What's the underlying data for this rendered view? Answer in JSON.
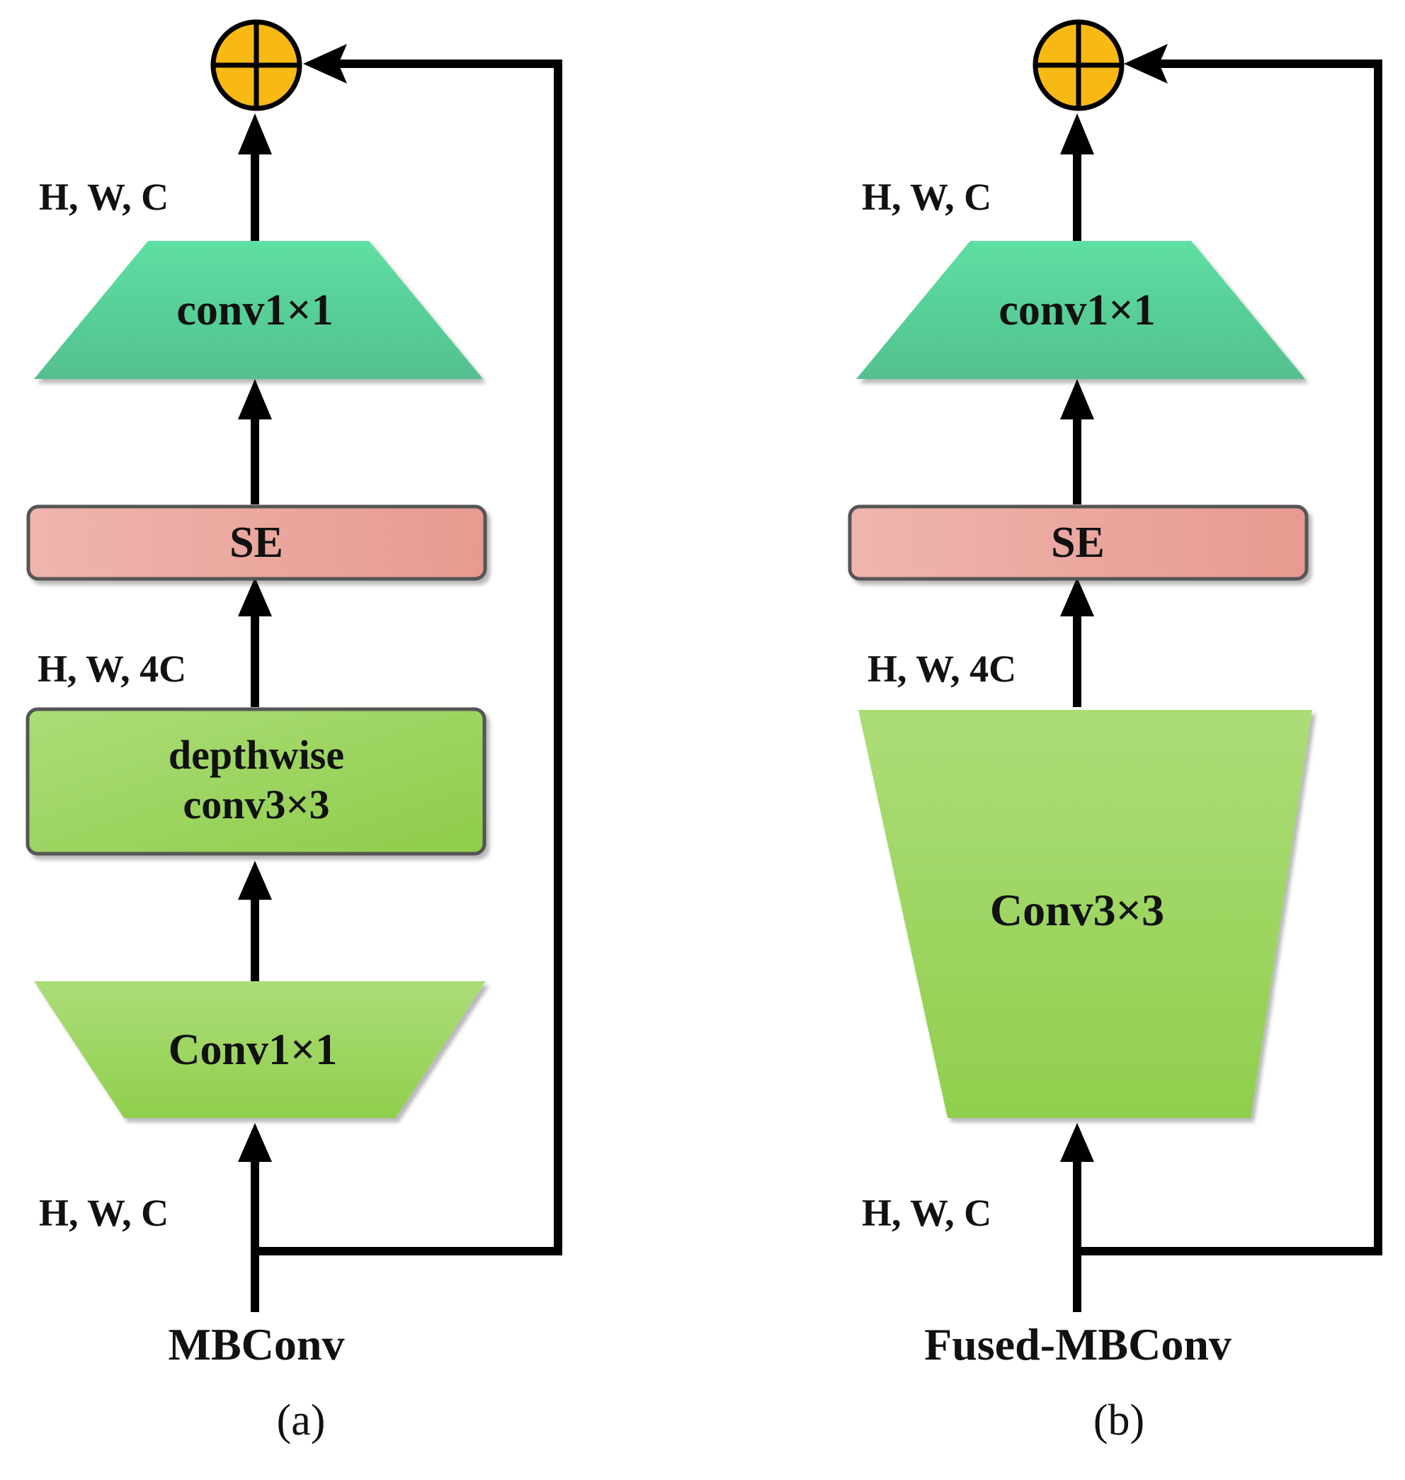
{
  "panel_a": {
    "block_name": "MBConv",
    "caption": "(a)",
    "dim_input": "H, W, C",
    "dim_mid": "H, W, 4C",
    "dim_output": "H, W, C",
    "expand_conv_label": "Conv1×1",
    "depthwise_label_line1": "depthwise",
    "depthwise_label_line2": "conv3×3",
    "se_label": "SE",
    "project_conv_label": "conv1×1"
  },
  "panel_b": {
    "block_name": "Fused-MBConv",
    "caption": "(b)",
    "dim_input": "H, W, C",
    "dim_mid": "H, W, 4C",
    "dim_output": "H, W, C",
    "fused_conv_label": "Conv3×3",
    "se_label": "SE",
    "project_conv_label": "conv1×1"
  },
  "colors": {
    "adder_fill": "#f9b914",
    "se_fill_left": "#efb5ad",
    "se_fill_right": "#e79a90",
    "teal_top": "#5fdfa2",
    "teal_bottom": "#52c08e",
    "green_top": "#acdc78",
    "green_bottom": "#90cf4d"
  }
}
